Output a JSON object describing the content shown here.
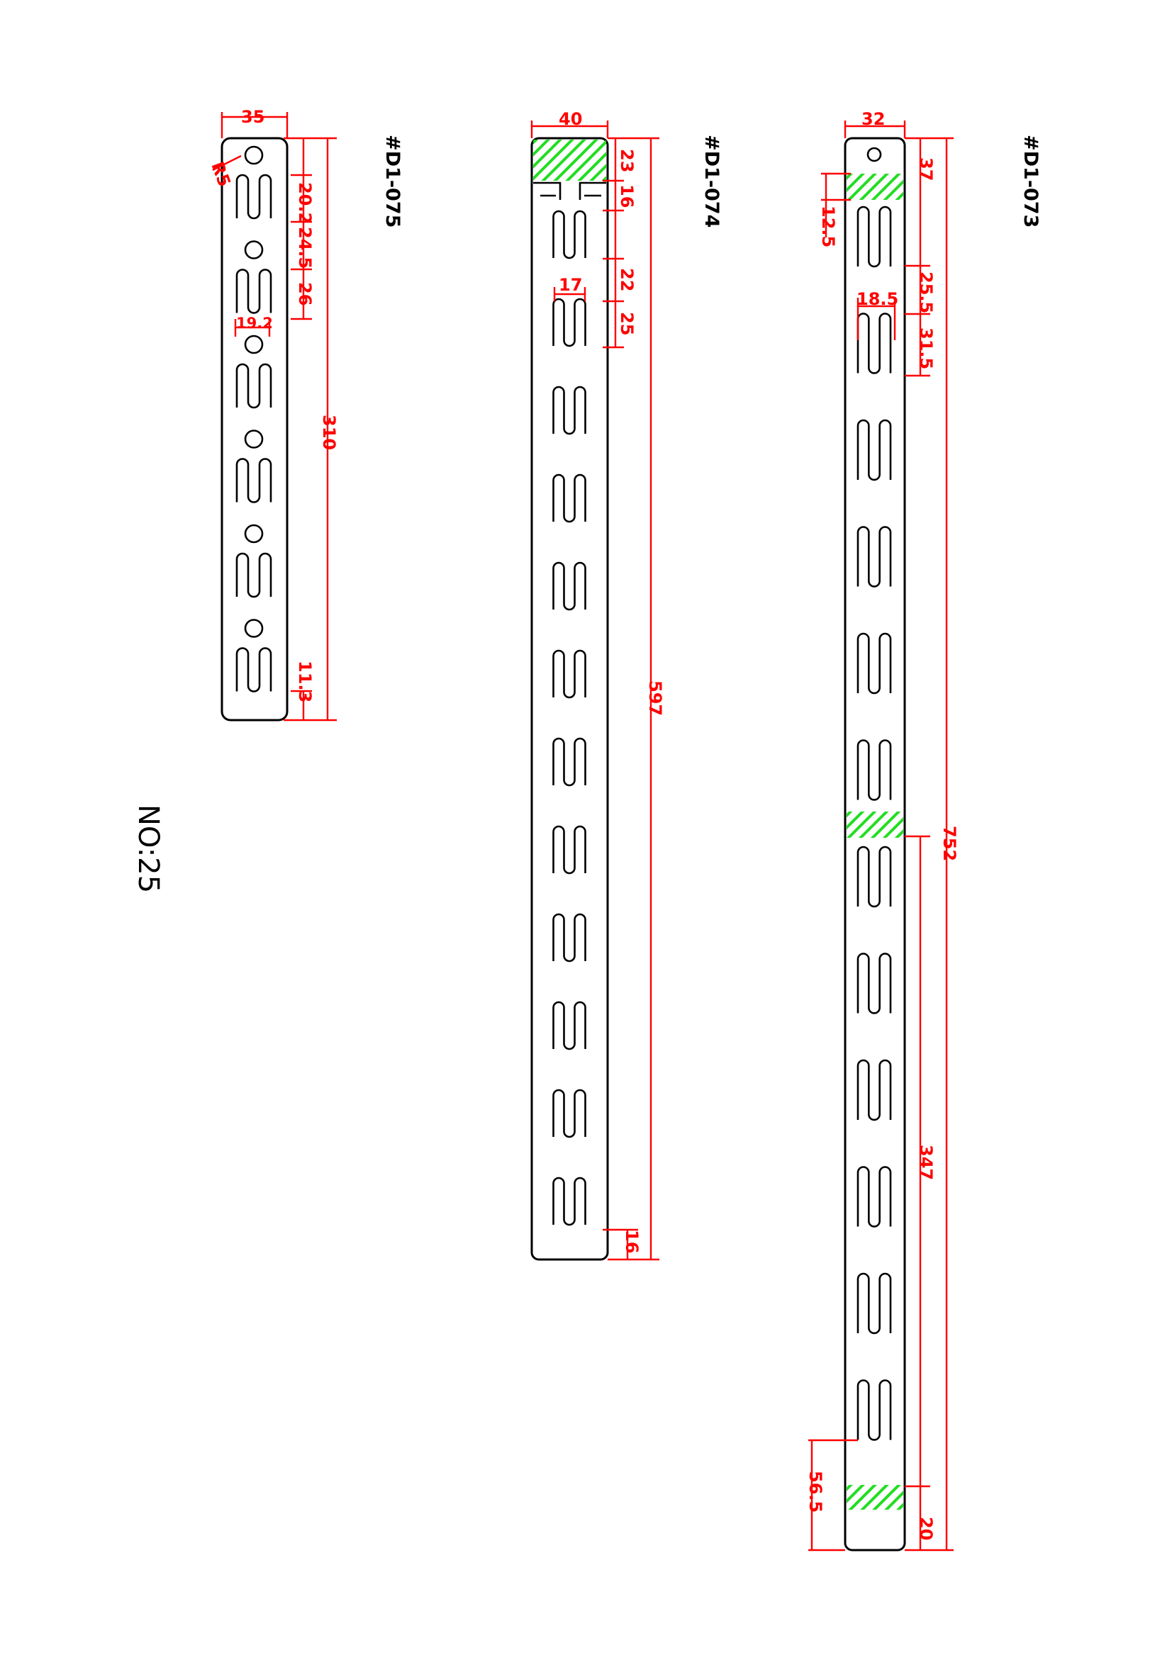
{
  "drawing_number": "NO:25",
  "colors": {
    "outline": "#000000",
    "dimension": "#ff0000",
    "hatch": "#22dd22"
  },
  "parts": [
    {
      "code": "#D1-075",
      "dims": {
        "width": "35",
        "radius": "R5",
        "d1": "20.2",
        "d2": "24.5",
        "d3": "26",
        "slot_width": "19.2",
        "total": "310",
        "bottom": "11.3"
      }
    },
    {
      "code": "#D1-074",
      "dims": {
        "width": "40",
        "d1": "23",
        "d2": "16",
        "d3": "22",
        "d4": "25",
        "slot_width": "17",
        "total": "597",
        "bottom": "16"
      }
    },
    {
      "code": "#D1-073",
      "dims": {
        "width": "32",
        "d1": "37",
        "d2": "12.5",
        "d3": "25.5",
        "slot_width": "18.5",
        "d4": "31.5",
        "total": "752",
        "span": "347",
        "bottom_left": "56.5",
        "bottom": "20"
      }
    }
  ]
}
